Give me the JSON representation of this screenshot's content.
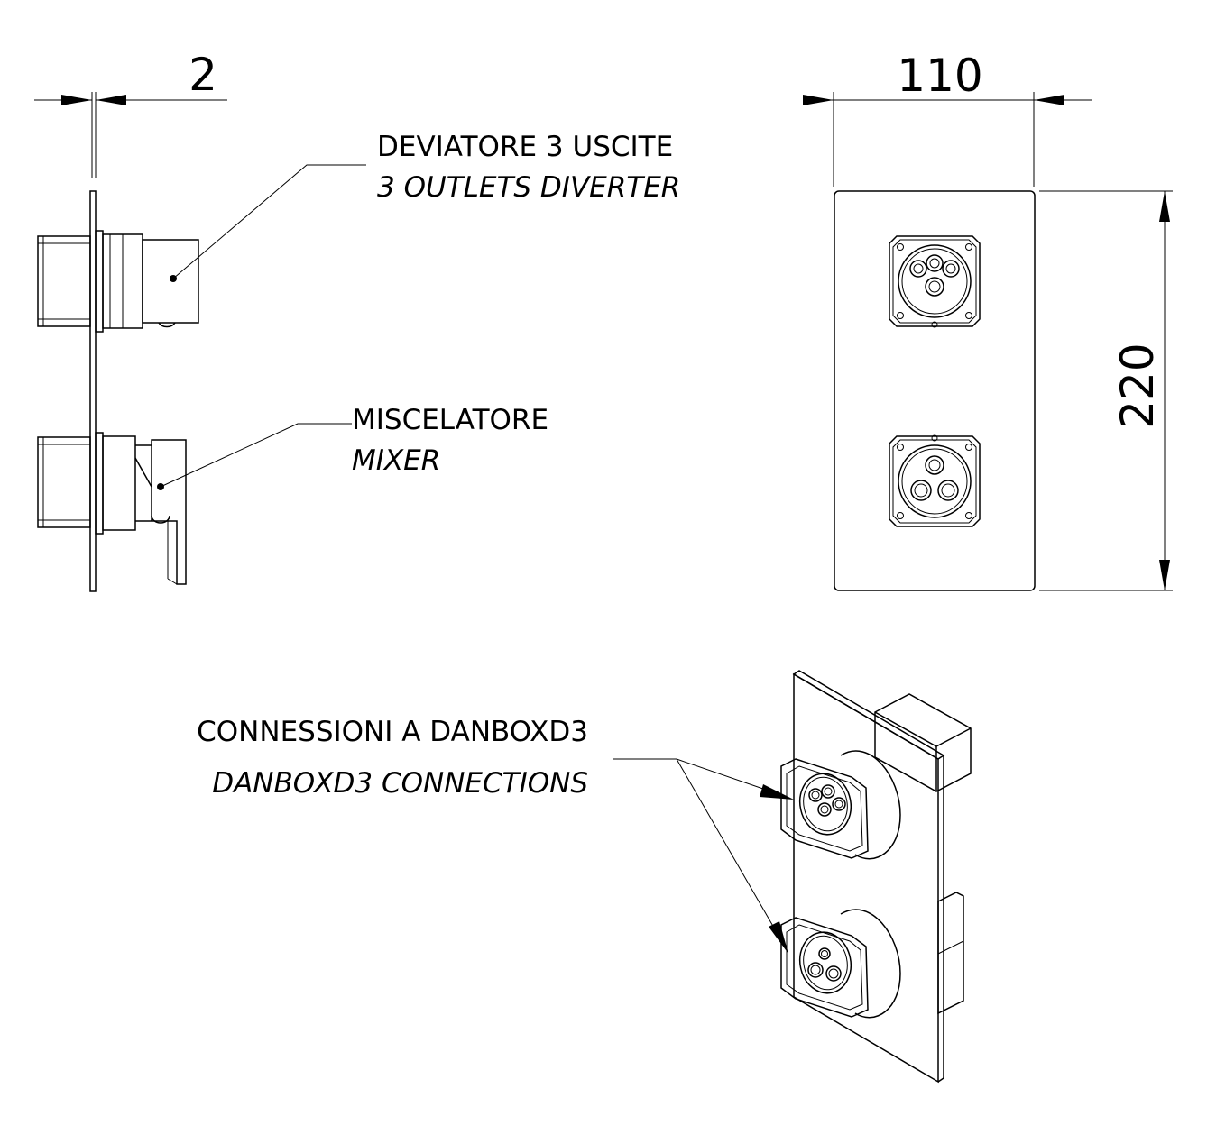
{
  "dimensions": {
    "plate_thickness": "2",
    "plate_width": "110",
    "plate_height": "220"
  },
  "labels": {
    "diverter": {
      "it": "DEVIATORE 3 USCITE",
      "en": "3 OUTLETS DIVERTER"
    },
    "mixer": {
      "it": "MISCELATORE",
      "en": "MIXER"
    },
    "connections": {
      "it": "CONNESSIONI A DANBOXD3",
      "en": "DANBOXD3 CONNECTIONS"
    }
  }
}
